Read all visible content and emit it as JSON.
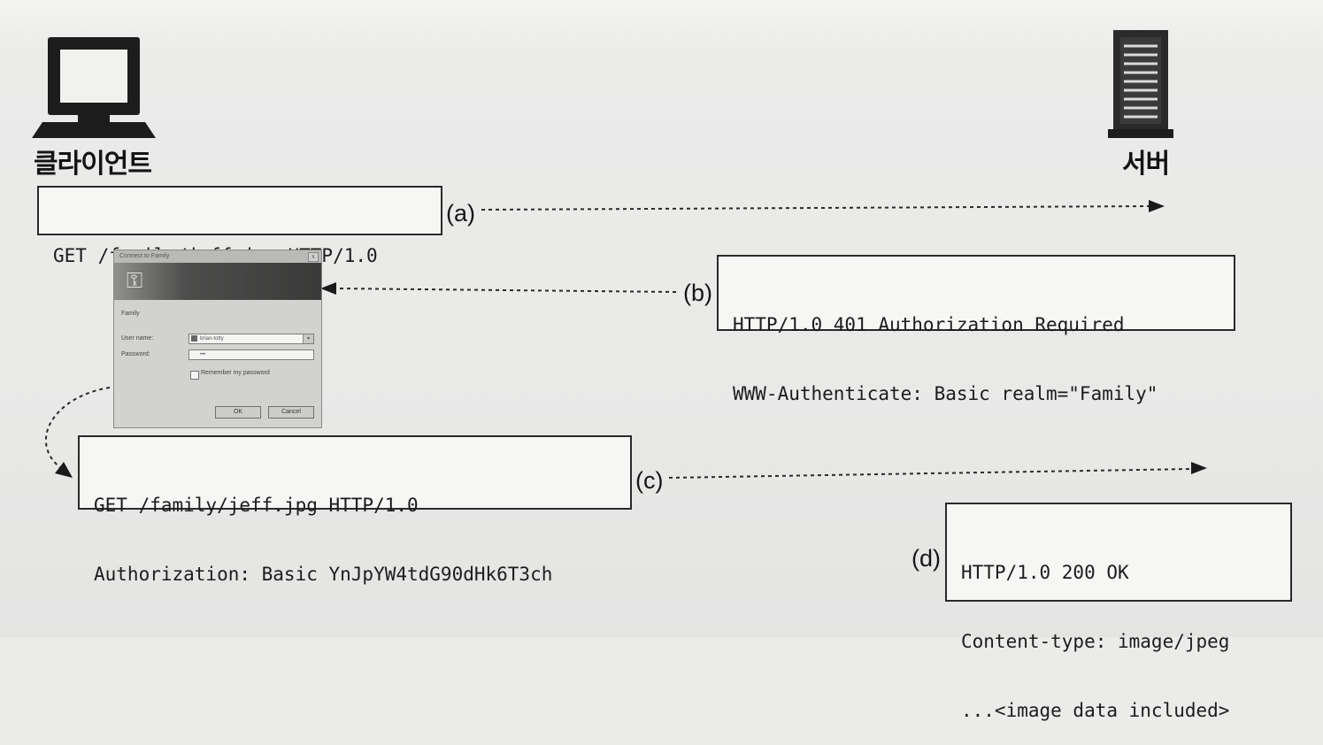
{
  "client": {
    "label": "클라이언트",
    "icon": "computer-monitor-icon"
  },
  "server": {
    "label": "서버",
    "icon": "server-tower-icon"
  },
  "messages": {
    "a": {
      "step": "(a)",
      "lines": [
        "GET /family/jeff.jpg HTTP/1.0"
      ]
    },
    "b": {
      "step": "(b)",
      "lines": [
        "HTTP/1.0 401 Authorization Required",
        "WWW-Authenticate: Basic realm=\"Family\""
      ]
    },
    "c": {
      "step": "(c)",
      "lines": [
        "GET /family/jeff.jpg HTTP/1.0",
        "Authorization: Basic YnJpYW4tdG90dHk6T3ch"
      ]
    },
    "d": {
      "step": "(d)",
      "lines": [
        "HTTP/1.0 200 OK",
        "Content-type: image/jpeg",
        "...<image data included>"
      ]
    }
  },
  "login_dialog": {
    "title": "Connect to Family",
    "icon": "key-icon",
    "realm_label": "Family",
    "username_label": "User name:",
    "username_value": "brian-totty",
    "password_label": "Password:",
    "password_value": "•••",
    "remember_label": "Remember my password",
    "ok_label": "OK",
    "cancel_label": "Cancel"
  },
  "colors": {
    "ink": "#1b1b1b",
    "paper": "#ebebea",
    "box": "#f6f6f5"
  }
}
